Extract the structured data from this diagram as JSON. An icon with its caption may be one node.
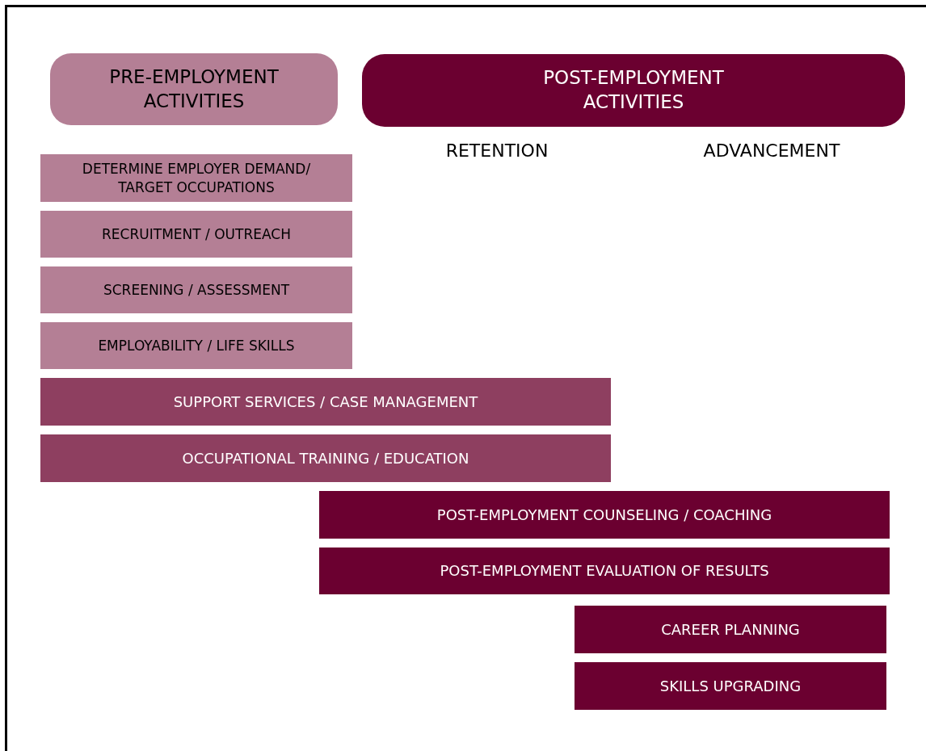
{
  "diagram": {
    "nodes": [
      {
        "text": [
          "PRE-EMPLOYMENT ACTIVITIES"
        ]
      },
      {
        "text": [
          "POST-EMPLOYMENT ACTIVITIES"
        ]
      },
      {
        "text": [
          "DETERMINE EMPLOYER DEMAND/ TARGET OCCUPATIONS"
        ]
      },
      {
        "text": [
          "RECRUITMENT / OUTREACH"
        ]
      },
      {
        "text": [
          "SCREENING / ASSESSMENT"
        ]
      },
      {
        "text": [
          "EMPLOYABILITY / LIFE SKILLS"
        ]
      },
      {
        "text": [
          "SUPPORT SERVICES / CASE MANAGEMENT"
        ]
      },
      {
        "text": [
          "OCCUPATIONAL TRAINING / EDUCATION"
        ]
      },
      {
        "text": [
          "POST-EMPLOYMENT COUNSELING / COACHING"
        ]
      },
      {
        "text": [
          "POST-EMPLOYMENT EVALUATION OF RESULTS"
        ]
      },
      {
        "text": [
          "CAREER PLANNING"
        ]
      },
      {
        "text": [
          "SKILLS UPGRADING"
        ]
      }
    ],
    "labels": [
      "RETENTION",
      "ADVANCEMENT"
    ]
  }
}
